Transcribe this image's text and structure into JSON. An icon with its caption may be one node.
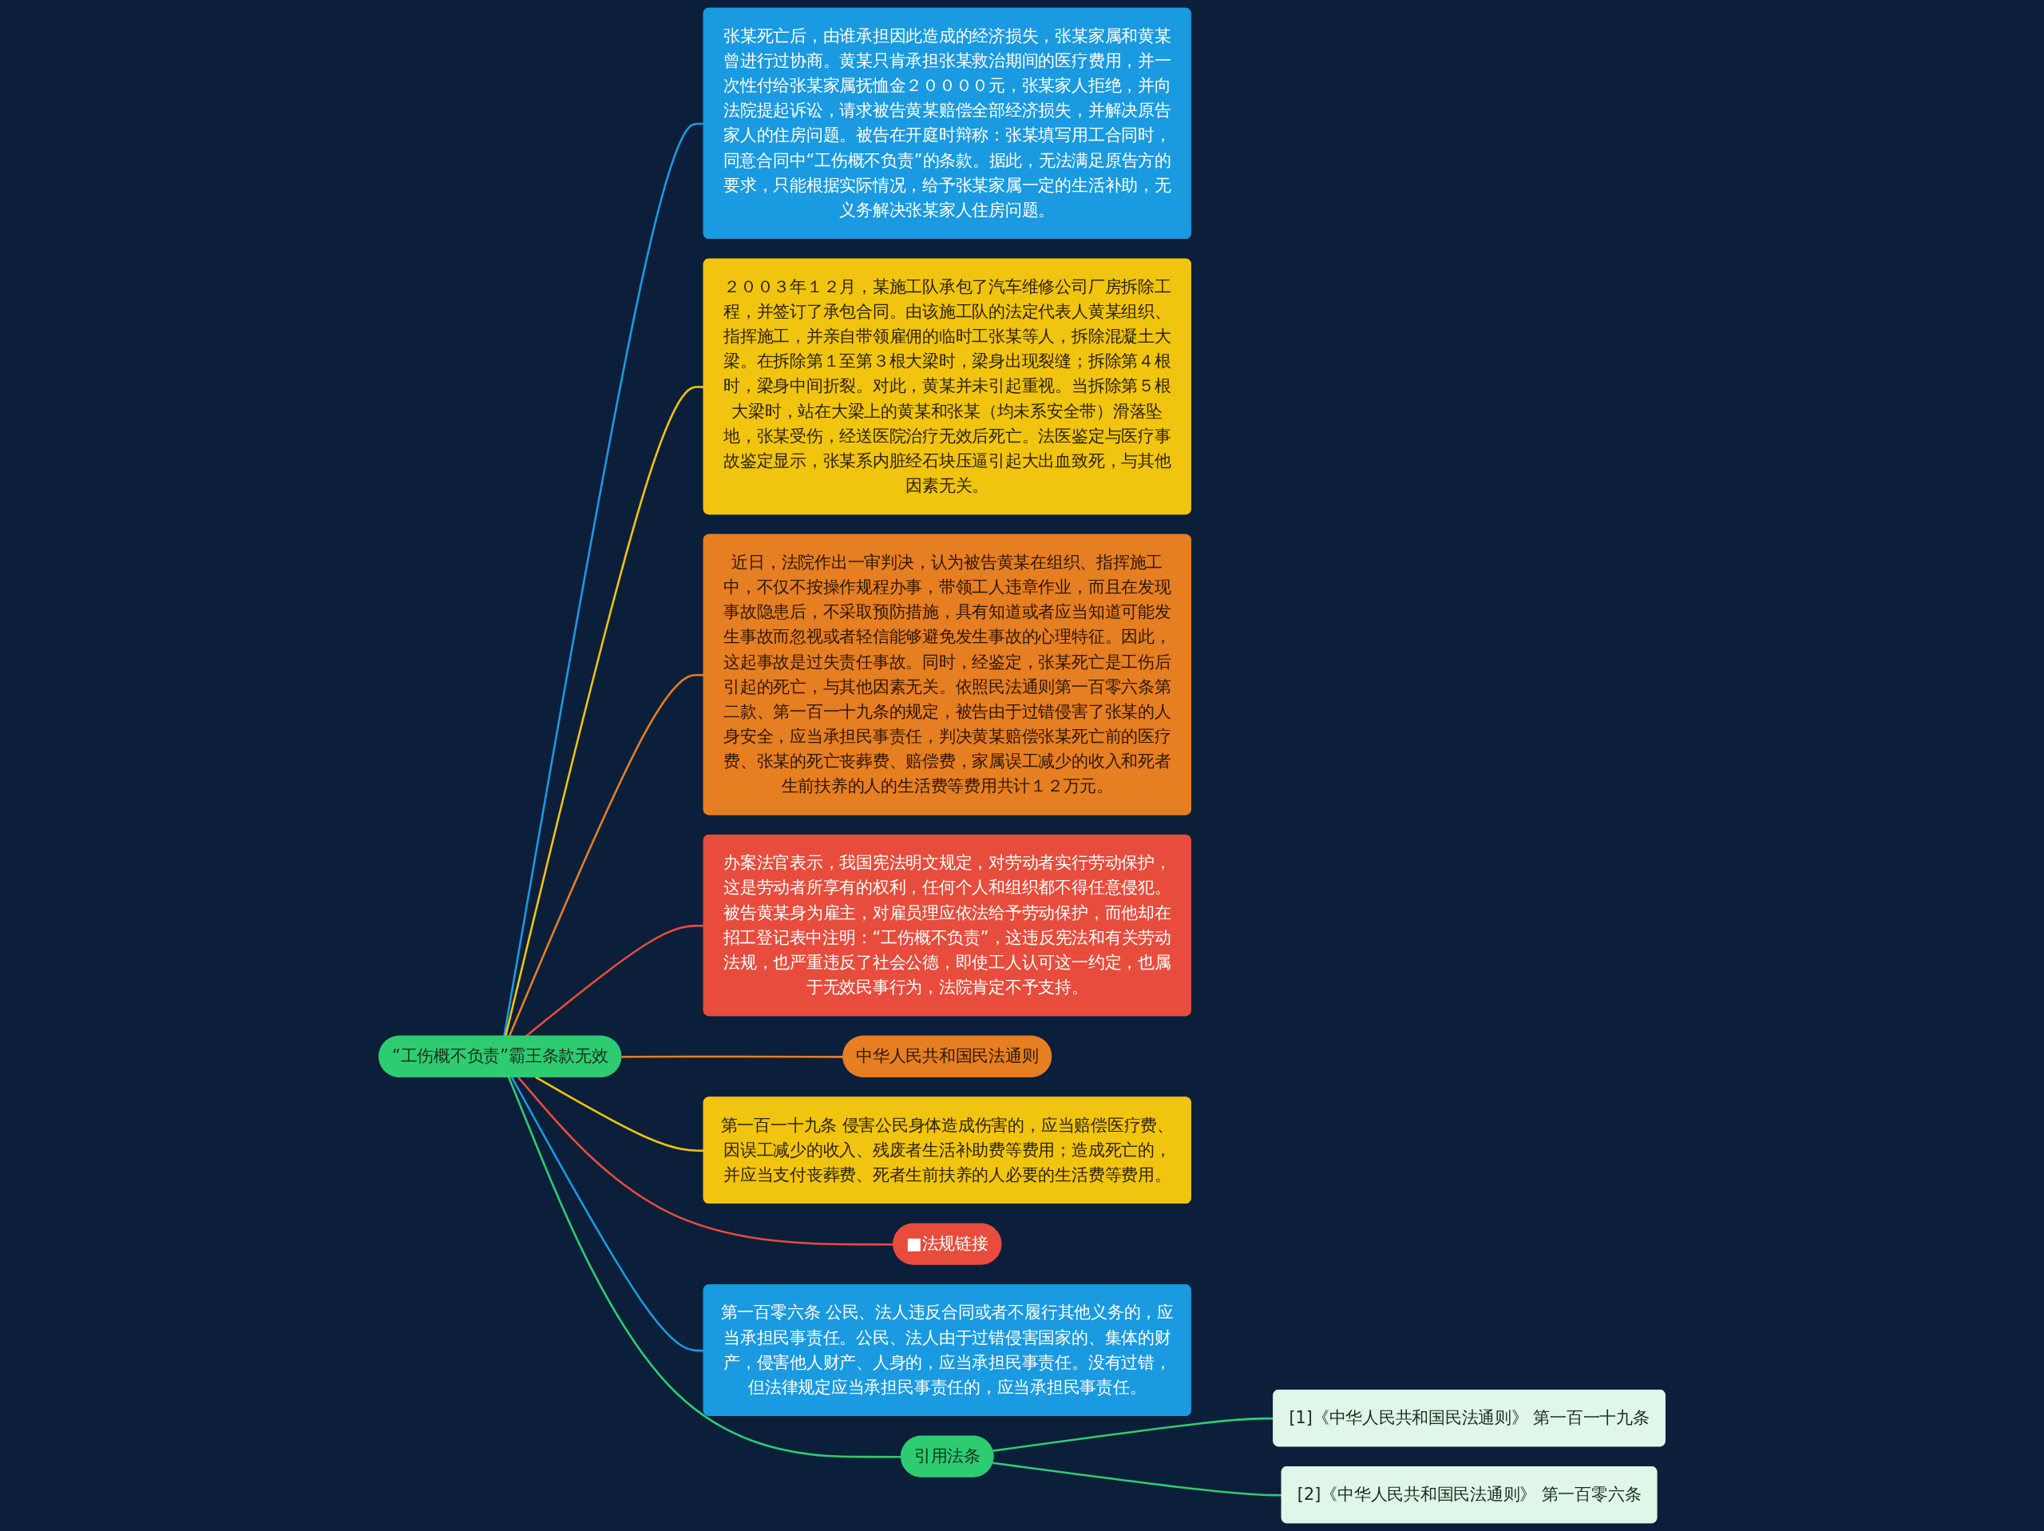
{
  "diagram": {
    "nodes": [
      {
        "text": [
          "“工伤概不负责”霸王条款无效"
        ]
      },
      {
        "text": [
          "张某死亡后，由谁承担因此造成的经济损失，张某家属和黄某曾进行过协商。黄某只肯承担张某救治期间的医疗费用，并一次性付给张某家属抚恤金２００００元，张某家人拒绝，并向法院提起诉讼，请求被告黄某赔偿全部经济损失，并解决原告家人的住房问题。被告在开庭时辩称：张某填写用工合同时，同意合同中“工伤概不负责”的条款。据此，无法满足原告方的要求，只能根据实际情况，给予张某家属一定的生活补助，无义务解决张某家人住房问题。"
        ]
      },
      {
        "text": [
          "２００３年１２月，某施工队承包了汽车维修公司厂房拆除工程，并签订了承包合同。由该施工队的法定代表人黄某组织、指挥施工，并亲自带领雇佣的临时工张某等人，拆除混凝土大梁。在拆除第１至第３根大梁时，梁身出现裂缝；拆除第４根时，梁身中间折裂。对此，黄某并未引起重视。当拆除第５根大梁时，站在大梁上的黄某和张某（均未系安全带）滑落坠地，张某受伤，经送医院治疗无效后死亡。法医鉴定与医疗事故鉴定显示，张某系内脏经石块压逼引起大出血致死，与其他因素无关。"
        ]
      },
      {
        "text": [
          "近日，法院作出一审判决，认为被告黄某在组织、指挥施工中，不仅不按操作规程办事，带领工人违章作业，而且在发现事故隐患后，不采取预防措施，具有知道或者应当知道可能发生事故而忽视或者轻信能够避免发生事故的心理特征。因此，这起事故是过失责任事故。同时，经鉴定，张某死亡是工伤后引起的死亡，与其他因素无关。依照民法通则第一百零六条第二款、第一百一十九条的规定，被告由于过错侵害了张某的人身安全，应当承担民事责任，判决黄某赔偿张某死亡前的医疗费、张某的死亡丧葬费、赔偿费，家属误工减少的收入和死者生前扶养的人的生活费等费用共计１２万元。"
        ]
      },
      {
        "text": [
          "办案法官表示，我国宪法明文规定，对劳动者实行劳动保护，这是劳动者所享有的权利，任何个人和组织都不得任意侵犯。被告黄某身为雇主，对雇员理应依法给予劳动保护，而他却在招工登记表中注明：“工伤概不负责”，这违反宪法和有关劳动法规，也严重违反了社会公德，即使工人认可这一约定，也属于无效民事行为，法院肯定不予支持。"
        ]
      },
      {
        "text": [
          "中华人民共和国民法通则"
        ]
      },
      {
        "text": [
          "第一百一十九条 侵害公民身体造成伤害的，应当赔偿医疗费、因误工减少的收入、残废者生活补助费等费用；造成死亡的，并应当支付丧葬费、死者生前扶养的人必要的生活费等费用。"
        ]
      },
      {
        "text": [
          "■法规链接"
        ]
      },
      {
        "text": [
          "第一百零六条 公民、法人违反合同或者不履行其他义务的，应当承担民事责任。公民、法人由于过错侵害国家的、集体的财产，侵害他人财产、人身的，应当承担民事责任。没有过错，但法律规定应当承担民事责任的，应当承担民事责任。"
        ]
      },
      {
        "text": [
          "引用法条"
        ]
      },
      {
        "text": [
          "[1]《中华人民共和国民法通则》 第一百一十九条"
        ]
      },
      {
        "text": [
          "[2]《中华人民共和国民法通则》 第一百零六条"
        ]
      }
    ],
    "edges": [
      {
        "from": 0,
        "to": 1,
        "arrow": "none",
        "color": "#1a9ae0"
      },
      {
        "from": 0,
        "to": 2,
        "arrow": "none",
        "color": "#f1c40f"
      },
      {
        "from": 0,
        "to": 3,
        "arrow": "none",
        "color": "#e67e22"
      },
      {
        "from": 0,
        "to": 4,
        "arrow": "none",
        "color": "#e74c3c"
      },
      {
        "from": 0,
        "to": 5,
        "arrow": "none",
        "color": "#e67e22"
      },
      {
        "from": 0,
        "to": 6,
        "arrow": "none",
        "color": "#f1c40f"
      },
      {
        "from": 0,
        "to": 7,
        "arrow": "none",
        "color": "#e74c3c"
      },
      {
        "from": 0,
        "to": 8,
        "arrow": "none",
        "color": "#1a9ae0"
      },
      {
        "from": 0,
        "to": 9,
        "arrow": "none",
        "color": "#2ecc71"
      },
      {
        "from": 9,
        "to": 10,
        "arrow": "none",
        "color": "#2ecc71"
      },
      {
        "from": 9,
        "to": 11,
        "arrow": "none",
        "color": "#2ecc71"
      }
    ]
  }
}
